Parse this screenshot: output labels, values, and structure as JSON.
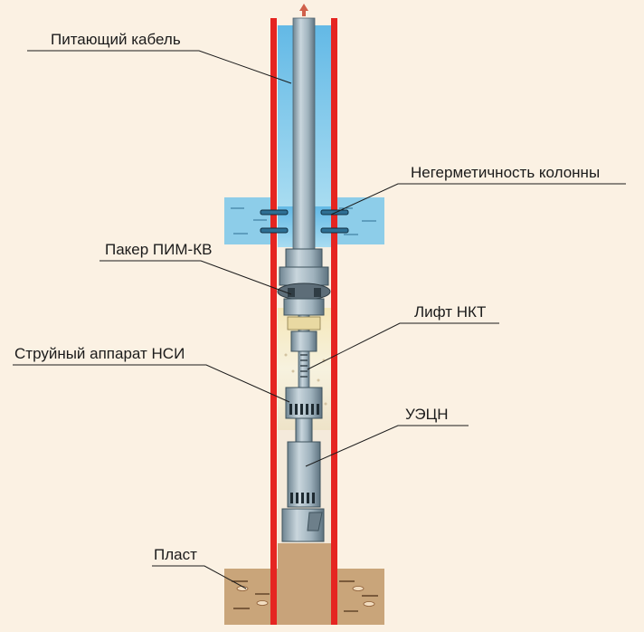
{
  "labels": {
    "cable": "Питающий кабель",
    "leak": "Негерметичность колонны",
    "packer": "Пакер ПИМ-КВ",
    "lift": "Лифт НКТ",
    "jet_pump": "Струйный аппарат НСИ",
    "esp": "УЭЦН",
    "formation": "Пласт"
  },
  "colors": {
    "background": "#fbf1e3",
    "casing": "#e52521",
    "water": "#8fd0ee",
    "formation": "#c9a57a",
    "equipment": "#9fb6c2",
    "leader_line": "#1b1b1b"
  }
}
